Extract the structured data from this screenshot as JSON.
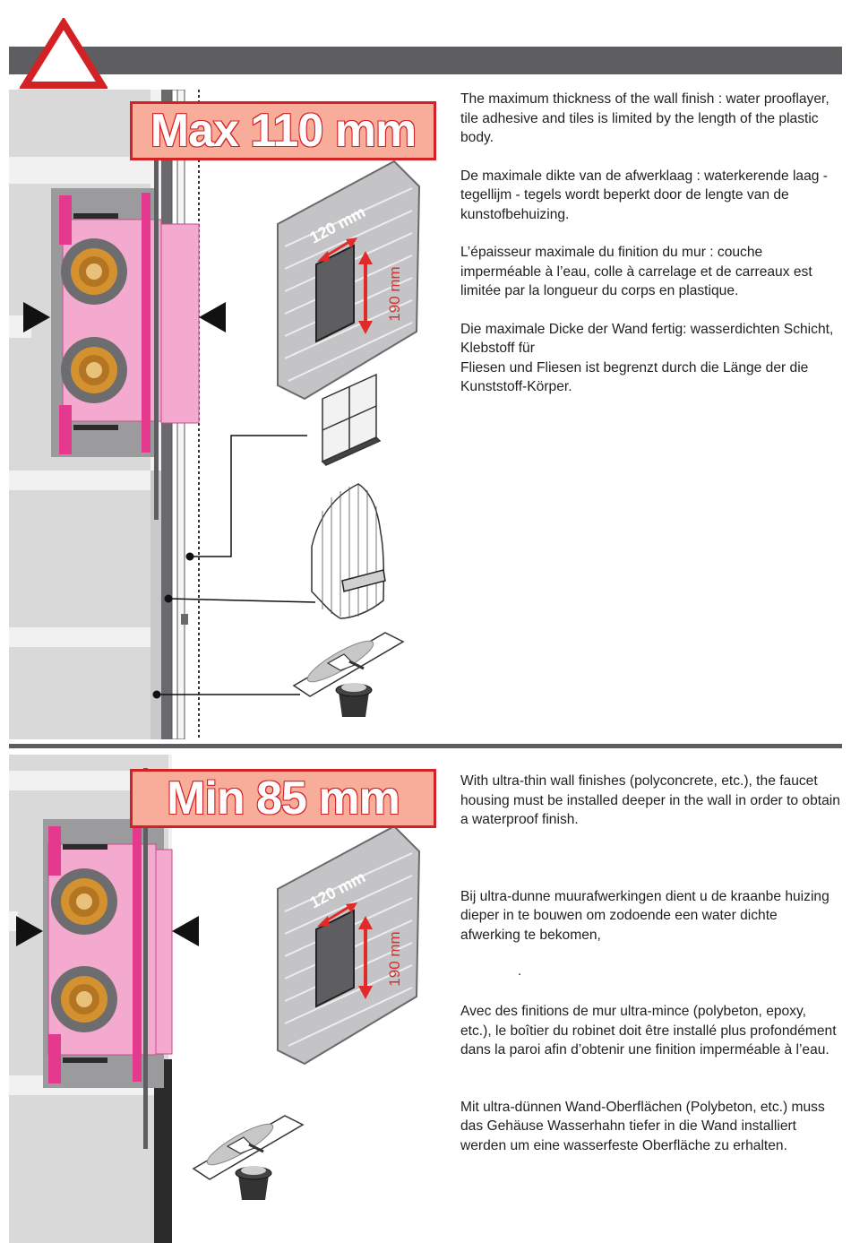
{
  "header": {
    "warning_icon": "warning-triangle-icon",
    "bar_color": "#5e5e60"
  },
  "section1": {
    "badge": "Max 110 mm",
    "dimension_label": "190 mm",
    "paragraphs": [
      "The maximum thickness of the wall finish : water prooflayer, tile adhesive and tiles is limited by the length of the plastic body.",
      "De maximale dikte van de afwerklaag : waterkerende laag - tegellijm - tegels  wordt beperkt door de lengte van de kunstofbehuizing.",
      "L’épaisseur maximale du finition du mur  : couche imperméable à l’eau, colle à carrelage et de carreaux est limitée par la longueur du corps en plastique.",
      "Die maximale Dicke der Wand fertig: wasserdichten Schicht, Klebstoff für\nFliesen und Fliesen ist begrenzt durch die Länge der die Kunststoff-Körper."
    ]
  },
  "section2": {
    "badge": "Min 85 mm",
    "dimension_label": "190 mm",
    "paragraphs": [
      "With ultra-thin wall finishes (polyconcrete, etc.),  the faucet housing must be installed deeper in the wall in order to obtain a waterproof finish.",
      "Bij ultra-dunne muurafwerkingen dient u de kraanbe huizing dieper in te bouwen om zodoende een water dichte afwerking te bekomen,",
      "Avec des finitions de mur ultra-mince (polybeton, epoxy, etc.), le boîtier du robinet doit être installé plus profondément dans la paroi afin d’obtenir une finition imperméable à l’eau.",
      "Mit ultra-dünnen Wand-Oberflächen (Polybeton, etc.) muss das Gehäuse Wasserhahn tiefer in die Wand installiert werden um eine wasserfeste Oberfläche zu erhalten."
    ],
    "stray_mark": "."
  },
  "colors": {
    "accent_red": "#d32226",
    "badge_fill": "#f8ad9a",
    "housing_pink": "#f4a9cf",
    "magenta": "#e5388f",
    "wall_gray": "#d9d9da",
    "valve_orange": "#d3922f"
  }
}
